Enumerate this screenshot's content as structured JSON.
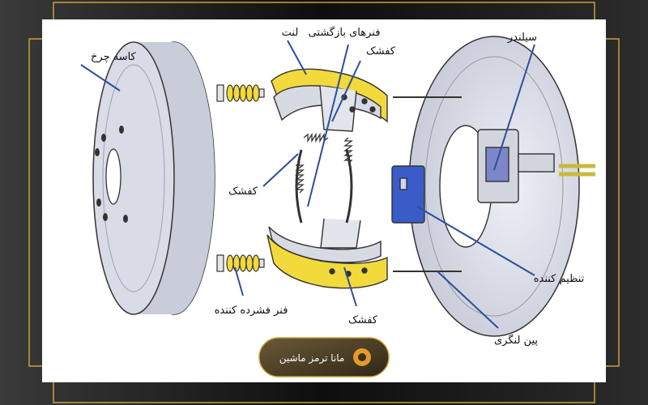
{
  "labels": {
    "drum": "کاسه چرخ",
    "lining": "لنت",
    "return_springs": "فنرهای بازگشتی",
    "shoe_top": "کفشک",
    "cylinder": "سیلندر",
    "shoe_left": "کفشک",
    "adjuster": "تنظیم کننده",
    "hold_spring": "فنر فشرده کننده",
    "shoe_bottom": "کفشک",
    "anchor_pin": "پین لنگری"
  },
  "logo": {
    "text": "مانا ترمز ماشین"
  },
  "colors": {
    "frame_bg": "#121212",
    "gold": "#c9a13a",
    "panel": "#ffffff",
    "drum": "#d7d9e4",
    "lining": "#f2da3c",
    "adjuster": "#3a5bc8",
    "leader": "#2b4f9c",
    "logo_bg": "#5a4a2c"
  }
}
